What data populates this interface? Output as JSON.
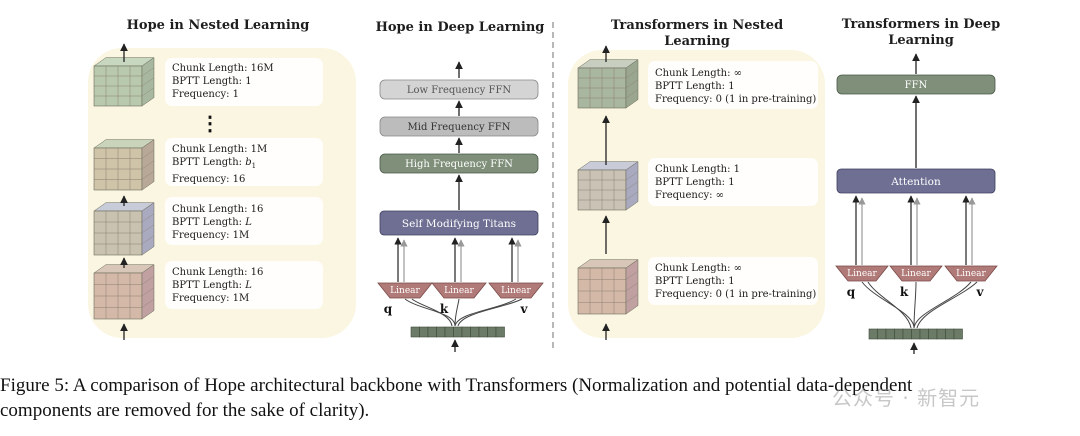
{
  "panels": {
    "hope_nested": {
      "title": "Hope in Nested Learning",
      "levels": [
        {
          "chunk": "Chunk Length: 16M",
          "bptt": "BPTT Length: 1",
          "freq": "Frequency: 1"
        },
        {
          "chunk": "Chunk Length: 1M",
          "bptt_prefix": "BPTT Length: ",
          "bptt_var": "b",
          "bptt_sub": "1",
          "freq": "Frequency: 16"
        },
        {
          "chunk": "Chunk Length: 16",
          "bptt_prefix": "BPTT Length: ",
          "bptt_var": "L",
          "freq": "Frequency: 1M"
        },
        {
          "chunk": "Chunk Length: 16",
          "bptt_prefix": "BPTT Length: ",
          "bptt_var": "L",
          "freq": "Frequency: 1M"
        }
      ],
      "ellipsis": "⋮"
    },
    "hope_deep": {
      "title": "Hope in Deep Learning",
      "low": "Low Frequency FFN",
      "mid": "Mid Frequency FFN",
      "high": "High Frequency FFN",
      "titans": "Self Modifying Titans",
      "linear": "Linear",
      "q": "q",
      "k": "k",
      "v": "v"
    },
    "trans_nested": {
      "title": "Transformers in Nested Learning",
      "levels": [
        {
          "chunk": "Chunk Length: ∞",
          "bptt": "BPTT Length: 1",
          "freq": "Frequency: 0 (1 in pre-training)"
        },
        {
          "chunk": "Chunk Length: 1",
          "bptt": "BPTT Length: 1",
          "freq": "Frequency: ∞"
        },
        {
          "chunk": "Chunk Length: ∞",
          "bptt": "BPTT Length: 1",
          "freq": "Frequency: 0 (1 in pre-training)"
        }
      ]
    },
    "trans_deep": {
      "title_line1": "Transformers in Deep",
      "title_line2": "Learning",
      "ffn": "FFN",
      "attention": "Attention",
      "linear": "Linear",
      "q": "q",
      "k": "k",
      "v": "v"
    }
  },
  "caption": {
    "line1": "Figure 5: A comparison of Hope architectural backbone with Transformers (Normalization and potential data-dependent",
    "line2": "components are removed for the sake of clarity)."
  },
  "watermark": "公众号 · 新智元",
  "colors": {
    "panel_bg": "#fbf6e2",
    "low_ffn": "#d4d4d4",
    "mid_ffn": "#bcbcbc",
    "high_ffn": "#7f8f7a",
    "titans": "#6e6f93",
    "ffn": "#7f8f7a",
    "attention": "#6e6f93",
    "linear": "#b07a78",
    "token": "#6c7a68"
  }
}
